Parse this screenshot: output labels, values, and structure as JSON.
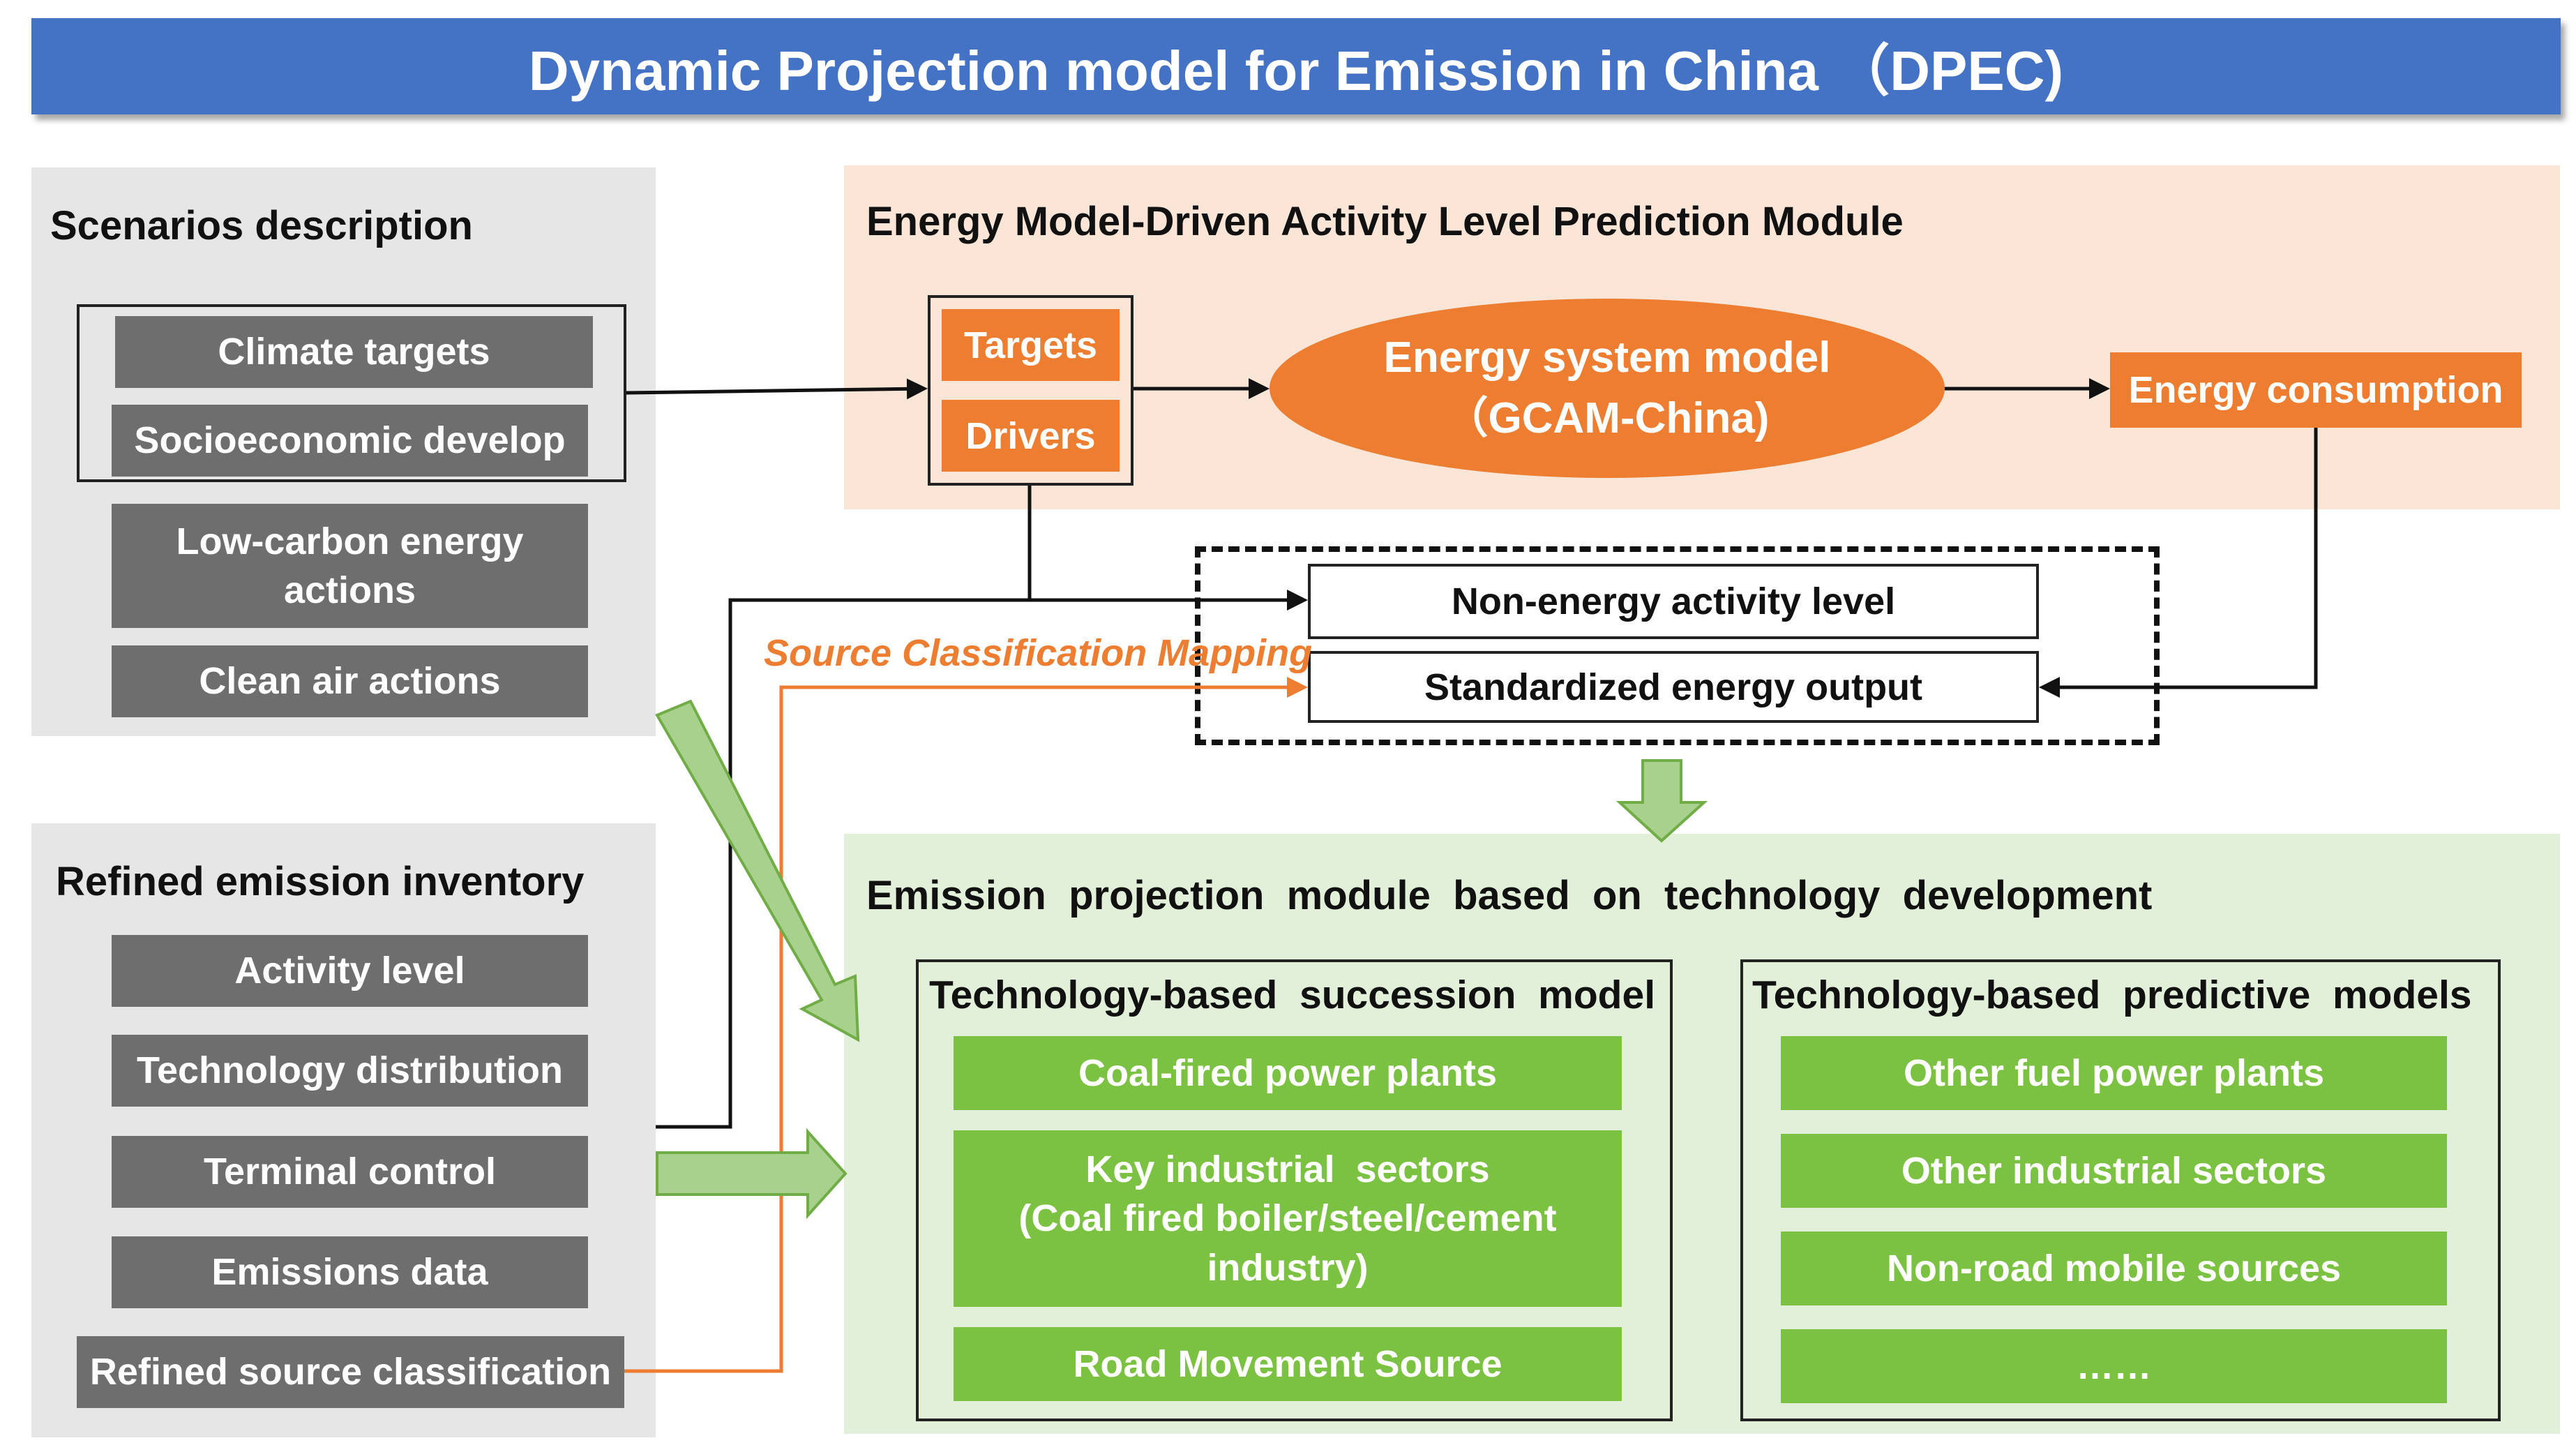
{
  "title": "Dynamic Projection model for Emission in China （DPEC)",
  "scenarios": {
    "heading": "Scenarios description",
    "items": [
      "Climate targets",
      "Socioeconomic develop",
      "Low-carbon energy actions",
      "Clean air actions"
    ]
  },
  "inventory": {
    "heading": "Refined emission inventory",
    "items": [
      "Activity level",
      "Technology distribution",
      "Terminal control",
      "Emissions data",
      "Refined source classification"
    ]
  },
  "energy_module": {
    "heading": "Energy Model-Driven  Activity Level Prediction Module",
    "targets": "Targets",
    "drivers": "Drivers",
    "model_line1": "Energy system model",
    "model_line2": "（GCAM-China)",
    "consumption": "Energy consumption"
  },
  "middle": {
    "non_energy": "Non-energy activity level",
    "standardized": "Standardized energy output",
    "mapping_label": "Source Classification Mapping"
  },
  "emission_module": {
    "heading": "Emission  projection  module  based  on  technology  development",
    "succession": {
      "heading": "Technology-based  succession  model",
      "items": [
        "Coal-fired power plants",
        "Key industrial  sectors",
        "(Coal fired boiler/steel/cement",
        "industry)",
        "Road Movement Source"
      ]
    },
    "predictive": {
      "heading": "Technology-based  predictive  models",
      "items": [
        "Other fuel power plants",
        "Other industrial sectors",
        "Non-road mobile sources",
        "……"
      ]
    }
  },
  "colors": {
    "title_blue": "#4472c4",
    "orange": "#ed7d31",
    "green": "#7cc242",
    "grey_box": "#6e6e6e",
    "panel_grey": "#e6e6e6",
    "panel_orange": "#fbe5d6",
    "panel_green": "#e2f0d9"
  }
}
